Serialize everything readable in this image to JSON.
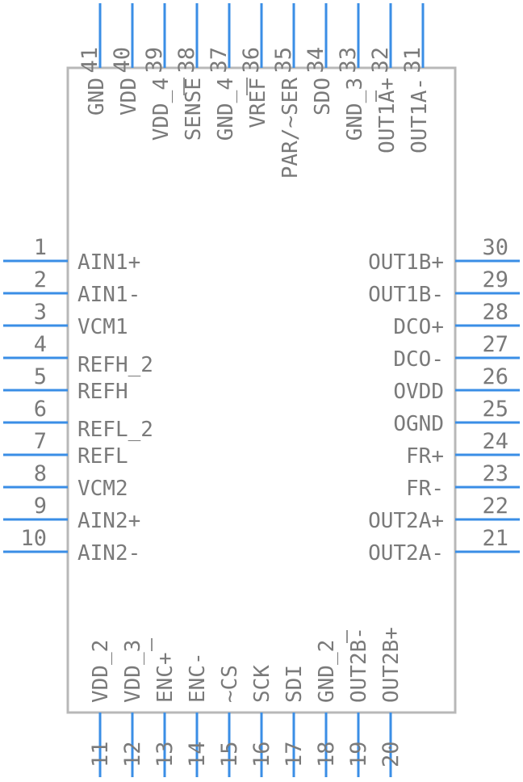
{
  "colors": {
    "pin_line": "#3a8ee6",
    "outline": "#b8b8b8",
    "text": "#7a7a7a",
    "background": "#ffffff"
  },
  "pins": {
    "left": [
      {
        "num": "1",
        "label": "AIN1+"
      },
      {
        "num": "2",
        "label": "AIN1-"
      },
      {
        "num": "3",
        "label": "VCM1"
      },
      {
        "num": "4",
        "label": "REFH_2"
      },
      {
        "num": "5",
        "label": "REFH"
      },
      {
        "num": "6",
        "label": "REFL_2"
      },
      {
        "num": "7",
        "label": "REFL"
      },
      {
        "num": "8",
        "label": "VCM2"
      },
      {
        "num": "9",
        "label": "AIN2+"
      },
      {
        "num": "10",
        "label": "AIN2-"
      }
    ],
    "right": [
      {
        "num": "30",
        "label": "OUT1B+"
      },
      {
        "num": "29",
        "label": "OUT1B-"
      },
      {
        "num": "28",
        "label": "DCO+"
      },
      {
        "num": "27",
        "label": "DCO-"
      },
      {
        "num": "26",
        "label": "OVDD"
      },
      {
        "num": "25",
        "label": "OGND"
      },
      {
        "num": "24",
        "label": "FR+"
      },
      {
        "num": "23",
        "label": "FR-"
      },
      {
        "num": "22",
        "label": "OUT2A+"
      },
      {
        "num": "21",
        "label": "OUT2A-"
      }
    ],
    "bottom": [
      {
        "num": "11",
        "label": "VDD_2"
      },
      {
        "num": "12",
        "label": "VDD_3"
      },
      {
        "num": "13",
        "label": "ENC+"
      },
      {
        "num": "14",
        "label": "ENC-"
      },
      {
        "num": "15",
        "label": "~CS"
      },
      {
        "num": "16",
        "label": "SCK"
      },
      {
        "num": "17",
        "label": "SDI"
      },
      {
        "num": "18",
        "label": "GND_2"
      },
      {
        "num": "19",
        "label": "OUT2B-"
      },
      {
        "num": "20",
        "label": "OUT2B+"
      }
    ],
    "top": [
      {
        "num": "41",
        "label": "GND"
      },
      {
        "num": "40",
        "label": "VDD"
      },
      {
        "num": "39",
        "label": "VDD_4"
      },
      {
        "num": "38",
        "label": "SENSE"
      },
      {
        "num": "37",
        "label": "GND_4"
      },
      {
        "num": "36",
        "label": "VREF"
      },
      {
        "num": "35",
        "label": "PAR/~SER"
      },
      {
        "num": "34",
        "label": "SDO"
      },
      {
        "num": "33",
        "label": "GND_3"
      },
      {
        "num": "32",
        "label": "OUT1A+"
      },
      {
        "num": "31",
        "label": "OUT1A-"
      }
    ]
  }
}
